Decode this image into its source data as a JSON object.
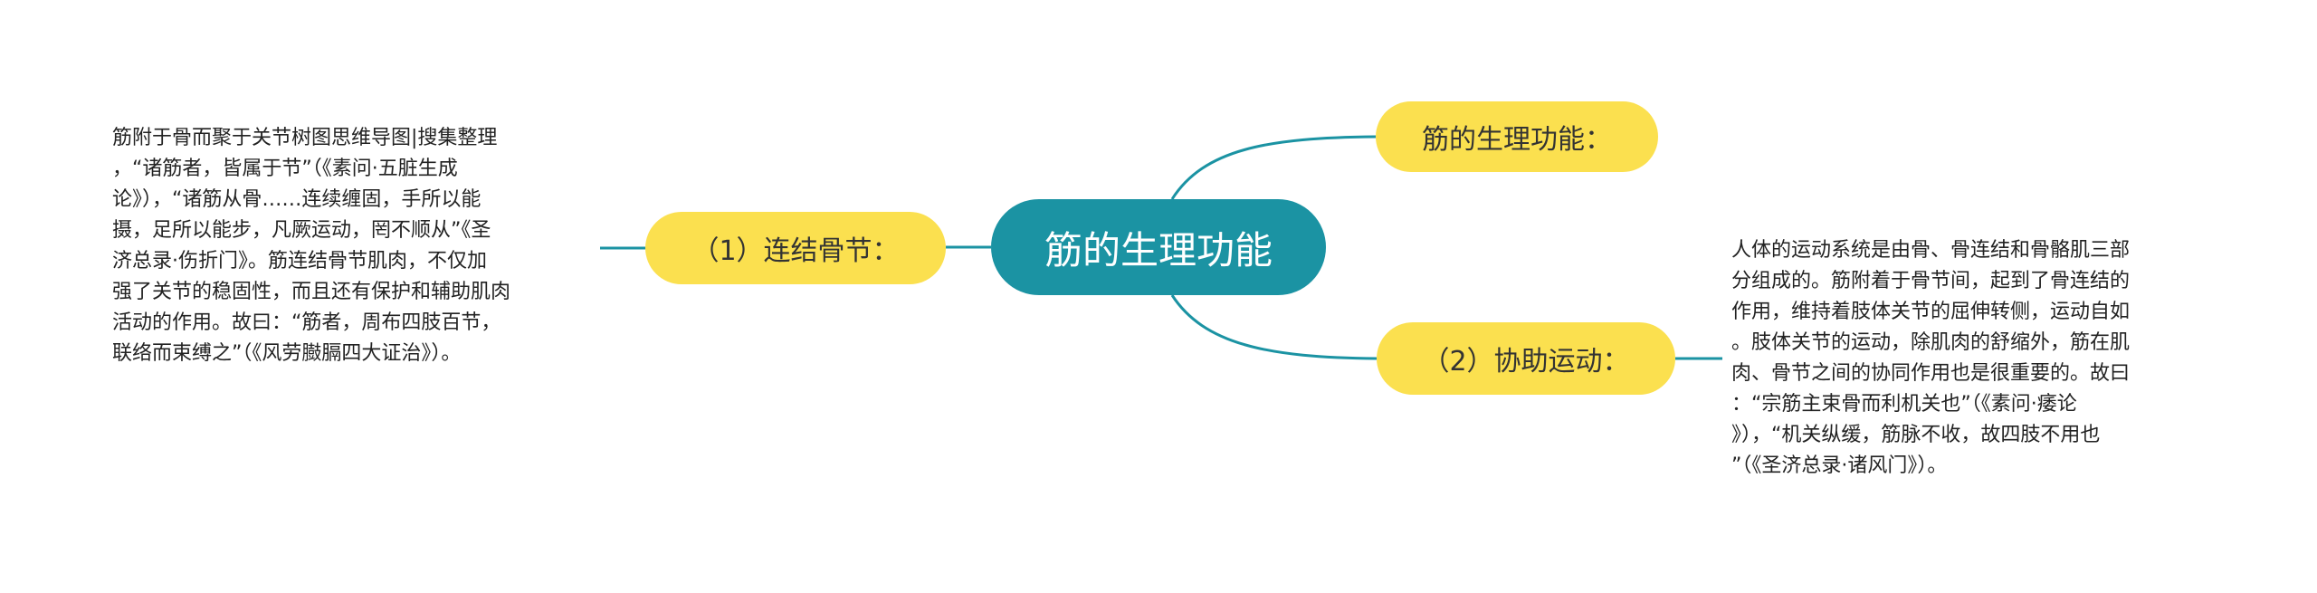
{
  "colors": {
    "root_fill": "#1b93a3",
    "branch_fill": "#fbe04f",
    "connector": "#1b93a3"
  },
  "mindmap": {
    "root": "筋的生理功能",
    "branches": {
      "top": "筋的生理功能：",
      "left": "（1）连结骨节：",
      "right": "（2）协助运动："
    },
    "leaves": {
      "left_lines": [
        "筋附于骨而聚于关节树图思维导图|搜集整理",
        "，“诸筋者，皆属于节”（《素问·五脏生成",
        "论》），“诸筋从骨……连续缠固，手所以能",
        "摄，足所以能步，凡厥运动，罔不顺从”《圣",
        "济总录·伤折门》。筋连结骨节肌肉，不仅加",
        "强了关节的稳固性，而且还有保护和辅助肌肉",
        "活动的作用。故曰：“筋者，周布四肢百节，",
        "联络而束缚之”（《风劳臌膈四大证治》）。"
      ],
      "right_lines": [
        "人体的运动系统是由骨、骨连结和骨骼肌三部",
        "分组成的。筋附着于骨节间，起到了骨连结的",
        "作用，维持着肢体关节的屈伸转侧，运动自如",
        "。肢体关节的运动，除肌肉的舒缩外，筋在肌",
        "肉、骨节之间的协同作用也是很重要的。故曰",
        "：“宗筋主束骨而利机关也”（《素问·痿论",
        "》），“机关纵缓，筋脉不收，故四肢不用也",
        "”（《圣济总录·诸风门》）。"
      ]
    }
  }
}
